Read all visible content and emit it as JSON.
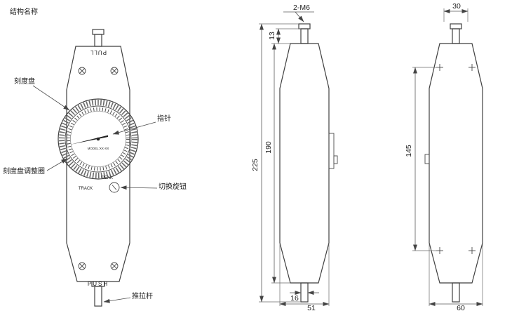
{
  "header": {
    "structure_label": "结构名称"
  },
  "front_view": {
    "pull": "PULL",
    "push": "PUSH",
    "peak": "PEAK",
    "track": "TRACK",
    "model": "MODEL:XX-XX"
  },
  "callouts": {
    "dial": "刻度盘",
    "dial_ring": "刻度盘调整圈",
    "pointer": "指针",
    "switch_knob": "切换旋钮",
    "rod": "推拉杆"
  },
  "side_view": {
    "thread": "2-M6",
    "dim_13": "13",
    "dim_225": "225",
    "dim_190": "190",
    "dim_16": "16",
    "dim_51": "51"
  },
  "rear_view": {
    "dim_30": "30",
    "dim_145": "145",
    "dim_60": "60"
  },
  "colors": {
    "line": "#3f3f3f",
    "dimension": "#5a5a5a",
    "background": "#ffffff"
  }
}
